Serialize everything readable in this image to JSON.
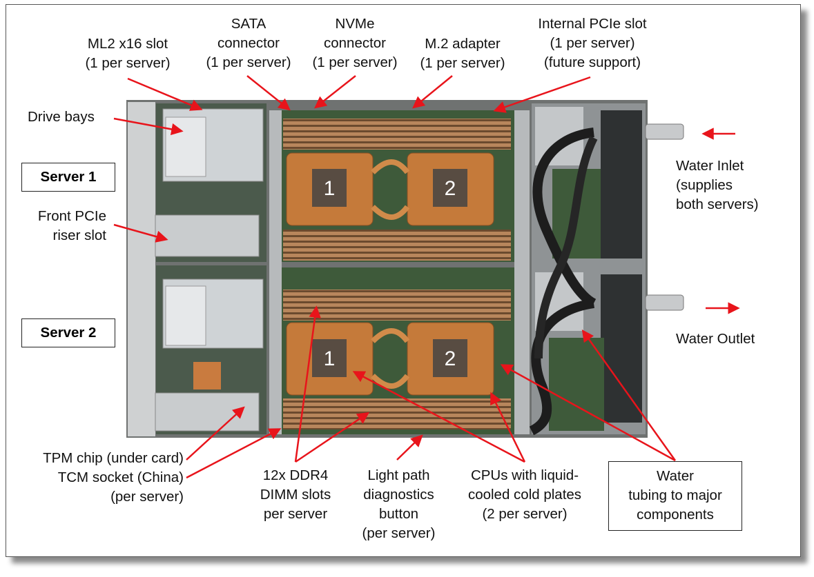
{
  "labels": {
    "ml2": [
      "ML2 x16 slot",
      "(1 per server)"
    ],
    "sata": [
      "SATA",
      "connector",
      "(1 per server)"
    ],
    "nvme": [
      "NVMe",
      "connector",
      "(1 per server)"
    ],
    "m2": [
      "M.2 adapter",
      "(1 per server)"
    ],
    "pcie_internal": [
      "Internal PCIe slot",
      "(1 per server)",
      "(future support)"
    ],
    "drive_bays": [
      "Drive bays"
    ],
    "front_pcie": [
      "Front PCIe",
      "riser slot"
    ],
    "water_inlet": [
      "Water Inlet",
      "(supplies",
      "both servers)"
    ],
    "water_outlet": [
      "Water Outlet"
    ],
    "tpm": [
      "TPM chip (under card)",
      "TCM socket (China)",
      "(per server)"
    ],
    "dimm": [
      "12x DDR4",
      "DIMM slots",
      "per server"
    ],
    "lightpath": [
      "Light path",
      "diagnostics",
      "button",
      "(per server)"
    ],
    "cpus": [
      "CPUs with liquid-",
      "cooled cold plates",
      "(2 per server)"
    ],
    "water_tubing": [
      "Water",
      "tubing to major",
      "components"
    ]
  },
  "server_boxes": [
    "Server 1",
    "Server 2"
  ],
  "cpu_numbers": [
    "1",
    "2",
    "1",
    "2"
  ],
  "colors": {
    "arrow": "#e8141b",
    "copper": "#c57a3a",
    "board": "#3e5a3a",
    "dimm": "#b5865e"
  }
}
